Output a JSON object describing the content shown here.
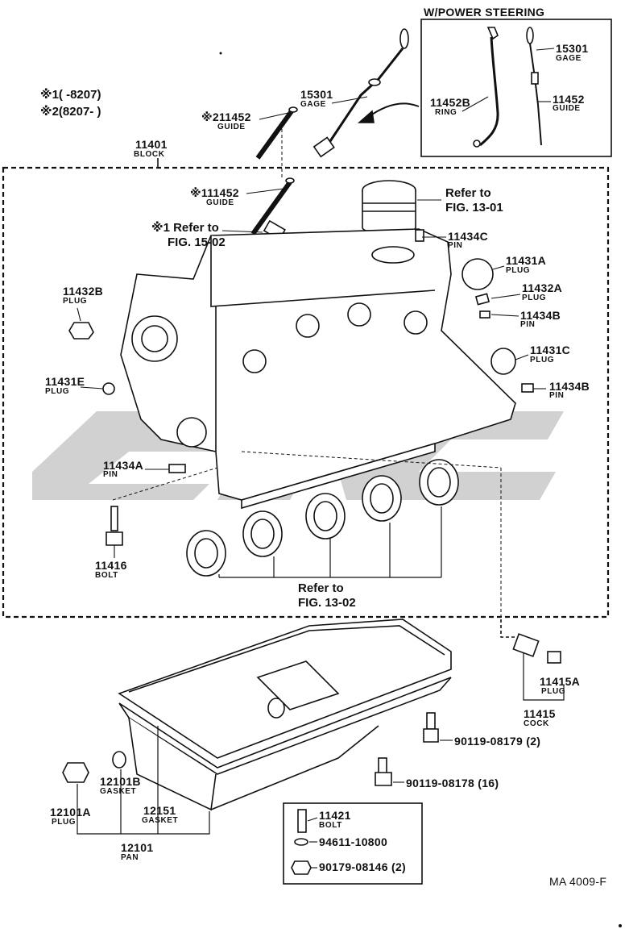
{
  "header": {
    "power_steering_title": "W/POWER STEERING",
    "note1": "※1(      -8207)",
    "note2": "※2(8207-          )"
  },
  "parts": {
    "block": {
      "num": "11401",
      "name": "BLOCK"
    },
    "gage_main": {
      "num": "15301",
      "name": "GAGE"
    },
    "guide_2": {
      "num": "※211452",
      "name": "GUIDE"
    },
    "guide_1": {
      "num": "※111452",
      "name": "GUIDE"
    },
    "ref_15_02": {
      "line1": "※1 Refer to",
      "line2": "FIG. 15-02"
    },
    "ref_13_01": {
      "line1": "Refer to",
      "line2": "FIG. 13-01"
    },
    "ps_gage": {
      "num": "15301",
      "name": "GAGE"
    },
    "ps_ring": {
      "num": "11452B",
      "name": "RING"
    },
    "ps_guide": {
      "num": "11452",
      "name": "GUIDE"
    },
    "pin_11434c": {
      "num": "11434C",
      "name": "PIN"
    },
    "plug_11431a": {
      "num": "11431A",
      "name": "PLUG"
    },
    "plug_11432a": {
      "num": "11432A",
      "name": "PLUG"
    },
    "pin_11434b_upper": {
      "num": "11434B",
      "name": "PIN"
    },
    "plug_11431c": {
      "num": "11431C",
      "name": "PLUG"
    },
    "pin_11434b_lower": {
      "num": "11434B",
      "name": "PIN"
    },
    "plug_11432b": {
      "num": "11432B",
      "name": "PLUG"
    },
    "plug_11431e": {
      "num": "11431E",
      "name": "PLUG"
    },
    "pin_11434a": {
      "num": "11434A",
      "name": "PIN"
    },
    "bolt_11416": {
      "num": "11416",
      "name": "BOLT"
    },
    "ref_13_02": {
      "line1": "Refer to",
      "line2": "FIG. 13-02"
    },
    "plug_11415a": {
      "num": "11415A",
      "name": "PLUG"
    },
    "cock_11415": {
      "num": "11415",
      "name": "COCK"
    },
    "bolt_90119_08179": {
      "text": "90119-08179 (2)"
    },
    "bolt_90119_08178": {
      "text": "90119-08178 (16)"
    },
    "plug_12101a": {
      "num": "12101A",
      "name": "PLUG"
    },
    "gasket_12101b": {
      "num": "12101B",
      "name": "GASKET"
    },
    "gasket_12151": {
      "num": "12151",
      "name": "GASKET"
    },
    "pan_12101": {
      "num": "12101",
      "name": "PAN"
    },
    "bolt_11421": {
      "num": "11421",
      "name": "BOLT"
    },
    "washer_94611": {
      "text": "94611-10800"
    },
    "nut_90179": {
      "text": "90179-08146 (2)"
    }
  },
  "footer": {
    "code": "MA 4009-F"
  },
  "colors": {
    "ink": "#111111",
    "watermark": "#c9c9c9"
  }
}
